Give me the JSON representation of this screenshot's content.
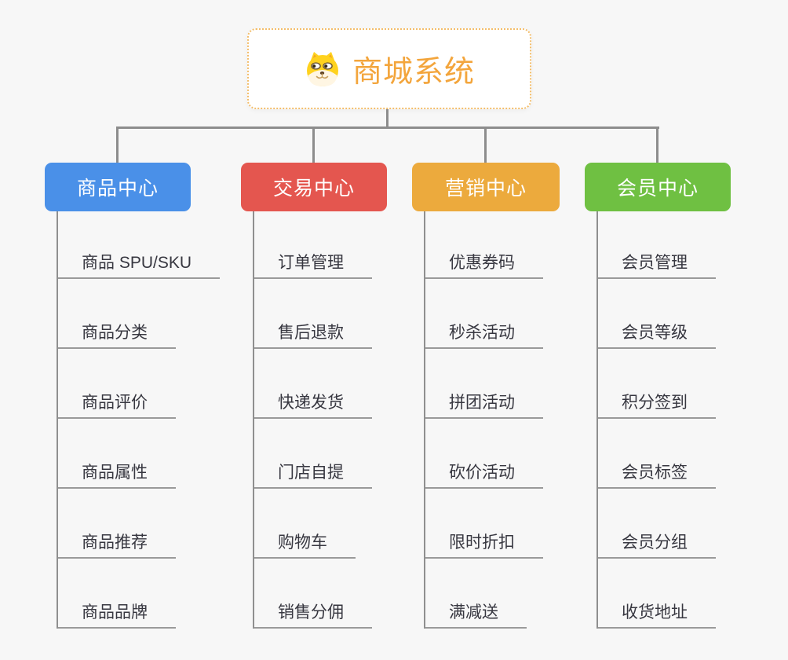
{
  "root": {
    "title": "商城系统",
    "icon": "dog-face-icon"
  },
  "branches": [
    {
      "label": "商品中心",
      "color": "#4a90e8",
      "items": [
        "商品 SPU/SKU",
        "商品分类",
        "商品评价",
        "商品属性",
        "商品推荐",
        "商品品牌"
      ]
    },
    {
      "label": "交易中心",
      "color": "#e4564f",
      "items": [
        "订单管理",
        "售后退款",
        "快递发货",
        "门店自提",
        "购物车",
        "销售分佣"
      ]
    },
    {
      "label": "营销中心",
      "color": "#ecaa3d",
      "items": [
        "优惠券码",
        "秒杀活动",
        "拼团活动",
        "砍价活动",
        "限时折扣",
        "满减送"
      ]
    },
    {
      "label": "会员中心",
      "color": "#6fc042",
      "items": [
        "会员管理",
        "会员等级",
        "积分签到",
        "会员标签",
        "会员分组",
        "收货地址"
      ]
    }
  ],
  "colors": {
    "background": "#f7f7f7",
    "connector": "#8d8d8d",
    "leaf_line": "#9a9a9a",
    "leaf_text": "#373740",
    "root_text": "#f3a53c",
    "root_border": "#f3bd6a",
    "dog_yellow": "#ffd21e",
    "dog_cream": "#fff6e3"
  }
}
